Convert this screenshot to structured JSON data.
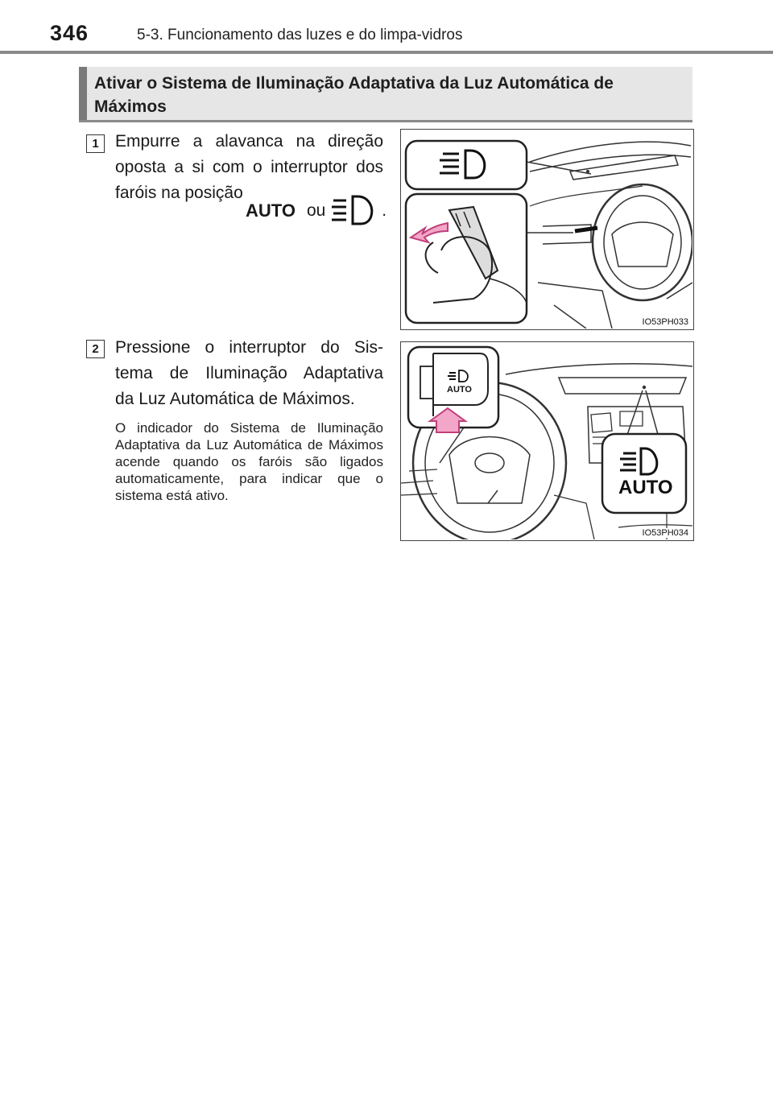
{
  "header": {
    "page_number": "346",
    "running_title": "5-3. Funcionamento das luzes e do limpa-vidros"
  },
  "section": {
    "heading": "Ativar o Sistema de Iluminação Adaptativa da Luz Automática de Máximos"
  },
  "steps": [
    {
      "number": "1",
      "text_part1": "Empurre a alavanca na direção oposta a si com o interruptor dos faróis na posição",
      "auto_symbol": "AUTO",
      "connector": "ou",
      "period": ".",
      "icon_name": "high-beam-headlight-icon",
      "figure_code": "IO53PH033"
    },
    {
      "number": "2",
      "text": "Pressione o interruptor do Sistema de Iluminação Adaptativa da Luz Automática de Máximos.",
      "text_line1": "Pressione o interruptor do Sis-",
      "text_line2": "tema de Iluminação Adaptativa",
      "text_line3": "da Luz Automática de Máximos.",
      "note": "O indicador do Sistema de Iluminação Adaptativa da Luz Automática de Máximos acende quando os faróis são ligados automaticamente, para indicar que o sistema está ativo.",
      "figure_code": "IO53PH034",
      "switch_label": "AUTO",
      "indicator_label": "AUTO"
    }
  ],
  "colors": {
    "heading_bg": "#e6e6e6",
    "heading_bar": "#7a7a7a",
    "arrow_fill": "#f2a6c8",
    "arrow_stroke": "#c0407a"
  }
}
